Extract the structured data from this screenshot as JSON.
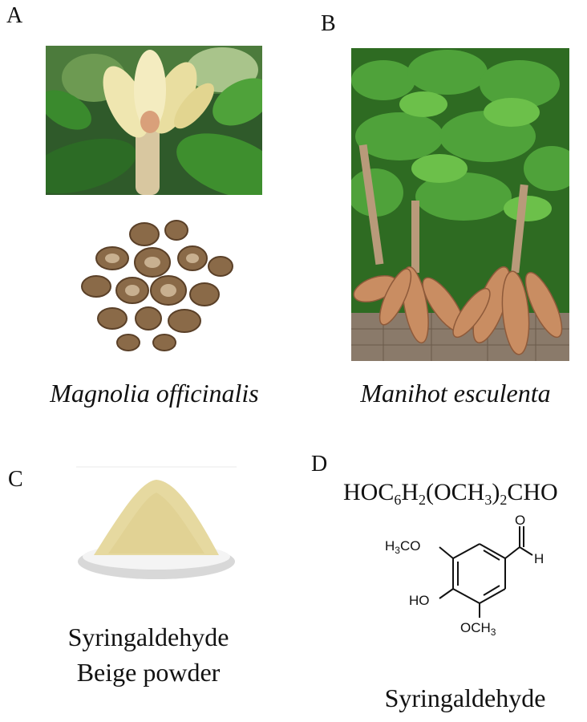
{
  "panels": {
    "a": {
      "label": "A",
      "caption": "Magnolia officinalis"
    },
    "b": {
      "label": "B",
      "caption": "Manihot esculenta"
    },
    "c": {
      "label": "C",
      "caption_line1": "Syringaldehyde",
      "caption_line2": "Beige powder"
    },
    "d": {
      "label": "D",
      "formula_parts": [
        "HOC",
        "6",
        "H",
        "2",
        "(OCH",
        "3",
        ")",
        "2",
        "CHO"
      ],
      "structure": {
        "methoxy_top": "H3CO",
        "methoxy_bottom": "OCH3",
        "hydroxyl": "HO",
        "aldehyde_o": "O",
        "aldehyde_h": "H"
      },
      "caption": "Syringaldehyde"
    }
  },
  "colors": {
    "leaf_green": "#3f8f2e",
    "petal_cream": "#efe6b0",
    "bark_brown": "#8a6a48",
    "root_tan": "#c98d62",
    "powder_beige": "#e6d9a0"
  }
}
